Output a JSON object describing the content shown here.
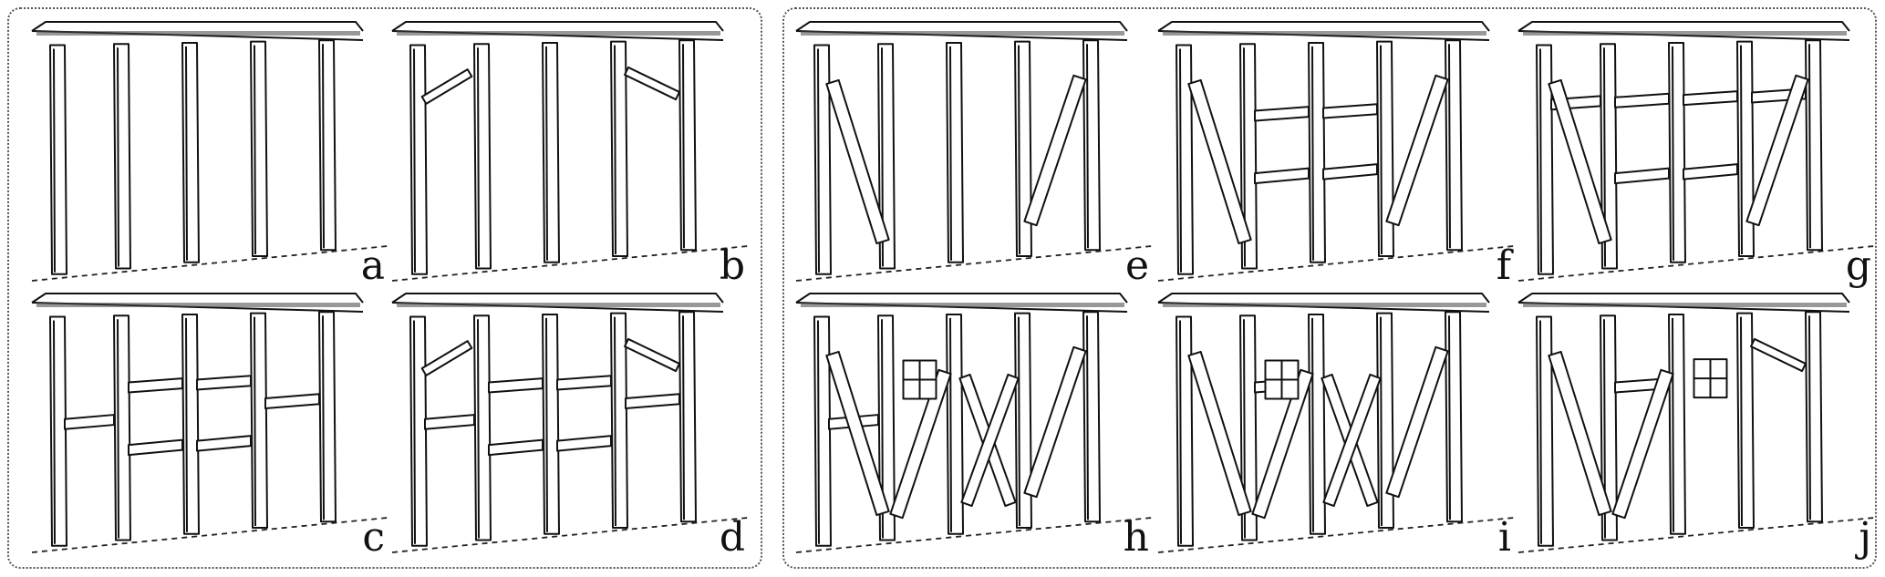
{
  "groups": [
    {
      "name": "left-group",
      "panels": [
        "a",
        "b",
        "c",
        "d"
      ]
    },
    {
      "name": "right-group",
      "panels": [
        "e",
        "f",
        "g",
        "h",
        "i",
        "j"
      ]
    }
  ],
  "panels": {
    "a": {
      "label": "a",
      "posts": 5,
      "braces": [],
      "rails": [],
      "windows": []
    },
    "b": {
      "label": "b",
      "posts": 5,
      "braces": [
        "short-left",
        "short-right"
      ],
      "rails": [],
      "windows": []
    },
    "c": {
      "label": "c",
      "posts": 5,
      "braces": [],
      "rails": [
        "mid-bay1",
        "upper-bay2",
        "upper-bay3",
        "lower-bay2",
        "lower-bay3",
        "mid-bay4"
      ],
      "windows": []
    },
    "d": {
      "label": "d",
      "posts": 5,
      "braces": [
        "short-left",
        "short-right"
      ],
      "rails": [
        "mid-bay1",
        "upper-bay2",
        "upper-bay3",
        "lower-bay2",
        "lower-bay3",
        "mid-bay4"
      ],
      "windows": []
    },
    "e": {
      "label": "e",
      "posts": 5,
      "braces": [
        "long-left",
        "long-right"
      ],
      "rails": [],
      "windows": []
    },
    "f": {
      "label": "f",
      "posts": 5,
      "braces": [
        "long-left",
        "long-right"
      ],
      "rails": [
        "upper-bay2",
        "upper-bay3",
        "lower-bay2",
        "lower-bay3"
      ],
      "windows": []
    },
    "g": {
      "label": "g",
      "posts": 5,
      "braces": [
        "long-left",
        "long-right"
      ],
      "rails": [
        "top-full",
        "lower-bay2",
        "lower-bay3"
      ],
      "windows": []
    },
    "h": {
      "label": "h",
      "posts": 5,
      "braces": [
        "long-left",
        "long-right",
        "cross-bay3",
        "long-bay2"
      ],
      "rails": [
        "mid-bay1"
      ],
      "windows": [
        "window-bay2"
      ]
    },
    "i": {
      "label": "i",
      "posts": 5,
      "braces": [
        "long-left",
        "long-right",
        "cross-bay3",
        "long-bay2"
      ],
      "rails": [
        "upper-bay2"
      ],
      "windows": [
        "window-bay2"
      ]
    },
    "j": {
      "label": "j",
      "posts": 5,
      "braces": [
        "long-left",
        "long-bay2",
        "short-right"
      ],
      "rails": [
        "upper-bay2"
      ],
      "windows": [
        "window-bay3"
      ]
    }
  }
}
